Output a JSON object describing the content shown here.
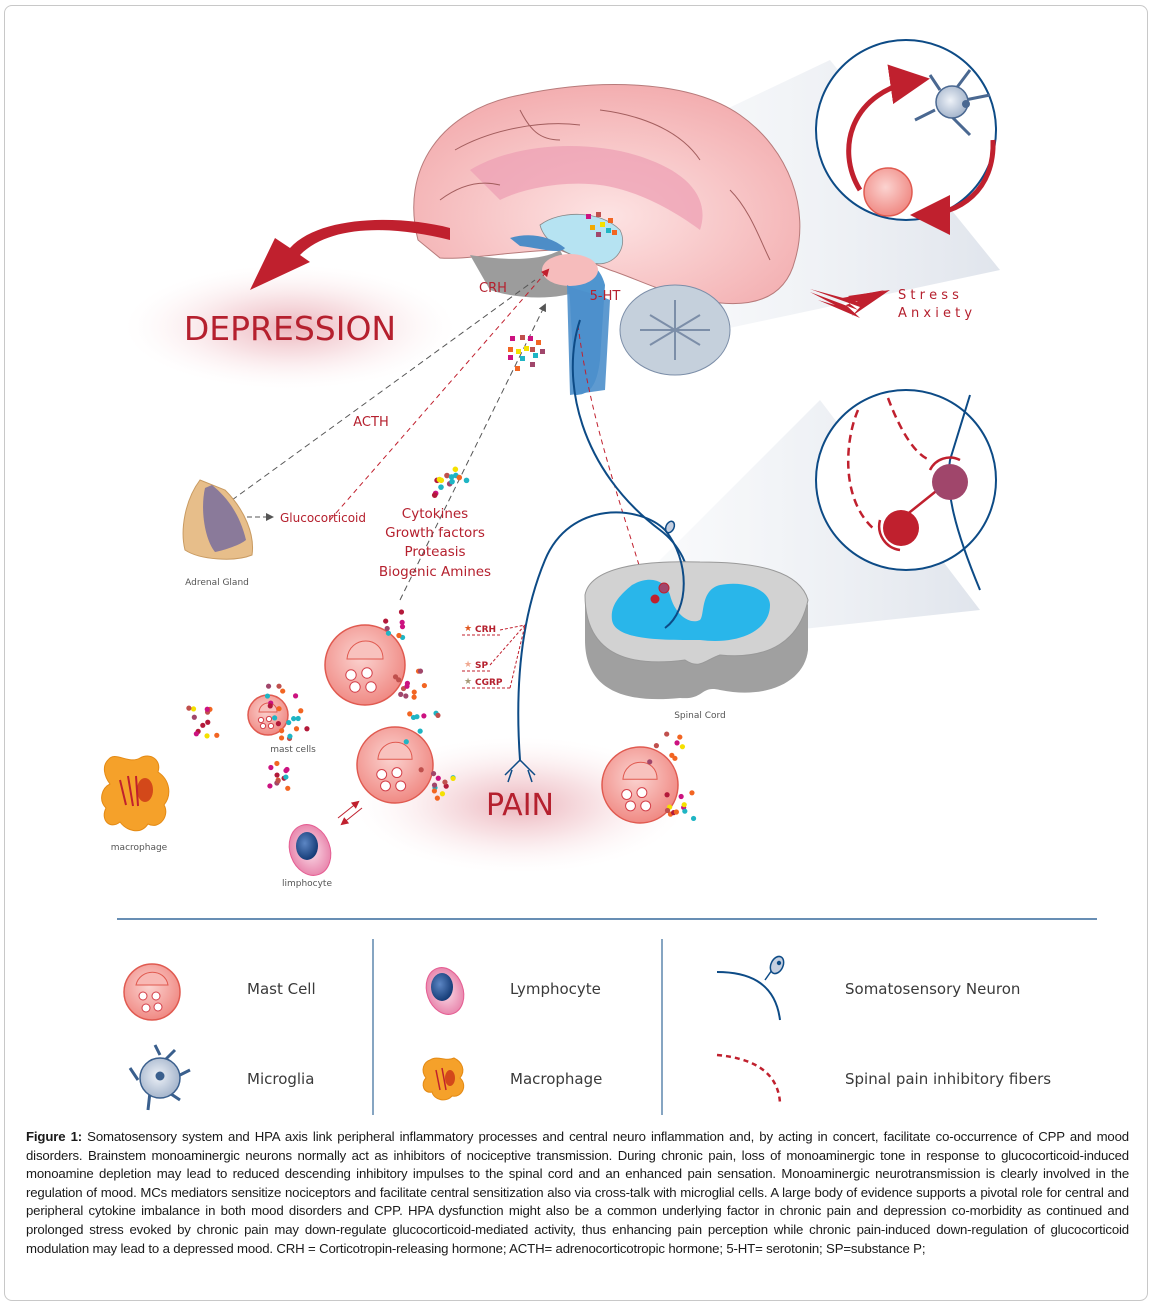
{
  "figure": {
    "labels": {
      "depression": "DEPRESSION",
      "pain": "PAIN",
      "crh_brain": "CRH",
      "serotonin": "5-HT",
      "acth": "ACTH",
      "glucocorticoid": "Glucocorticoid",
      "adrenal_gland": "Adrenal Gland",
      "stress": "S t r e s s",
      "anxiety": "A n x i e t y",
      "spinal_cord": "Spinal Cord",
      "mast_cells": "mast cells",
      "macrophage": "macrophage",
      "limphocyte": "limphocyte",
      "mediators": [
        "Cytokines",
        "Growth factors",
        "Proteasis",
        "Biogenic Amines"
      ],
      "neuropeptides": [
        "CRH",
        "SP",
        "CGRP"
      ]
    },
    "colors": {
      "accent_red": "#c0202e",
      "text_red": "#b5202e",
      "neuron_blue": "#0d4b86",
      "brain_pink": "#f4b6b6",
      "cord_blue": "#29b6ea",
      "macrophage_orange": "#f5a12a",
      "legend_rule": "#0d4b86"
    }
  },
  "legend": {
    "items": [
      {
        "name": "mast-cell",
        "label": "Mast Cell"
      },
      {
        "name": "microglia",
        "label": "Microglia"
      },
      {
        "name": "lymphocyte",
        "label": "Lymphocyte"
      },
      {
        "name": "macrophage",
        "label": "Macrophage"
      },
      {
        "name": "somatosensory-neuron",
        "label": "Somatosensory Neuron"
      },
      {
        "name": "spinal-pain-inhibitory-fibers",
        "label": "Spinal pain inhibitory fibers"
      }
    ]
  },
  "caption": {
    "figure_label": "Figure 1:",
    "text": " Somatosensory system and HPA axis link peripheral inflammatory processes and central neuro inflammation and, by acting in concert, facilitate co-occurrence of CPP and mood disorders.  Brainstem monoaminergic neurons normally act as inhibitors of nociceptive transmission. During chronic pain, loss of monoaminergic tone in response to glucocorticoid-induced monoamine depletion may lead to reduced descending inhibitory impulses to the spinal cord and an enhanced pain sensation. Monoaminergic neurotransmission is clearly involved in the regulation of mood. MCs mediators sensitize nociceptors and facilitate central sensitization also via cross-talk with microglial cells. A large body of evidence supports a pivotal role for central and peripheral cytokine imbalance in both mood disorders and CPP. HPA dysfunction might also be a common underlying factor in chronic pain and depression co-morbidity as continued and prolonged stress evoked by chronic pain may down-regulate glucocorticoid-mediated activity, thus enhancing pain perception while chronic pain-induced down-regulation of glucocorticoid modulation may lead to a depressed mood. CRH = Corticotropin-releasing hormone; ACTH= adrenocorticotropic hormone; 5-HT= serotonin; SP=substance P;"
  }
}
